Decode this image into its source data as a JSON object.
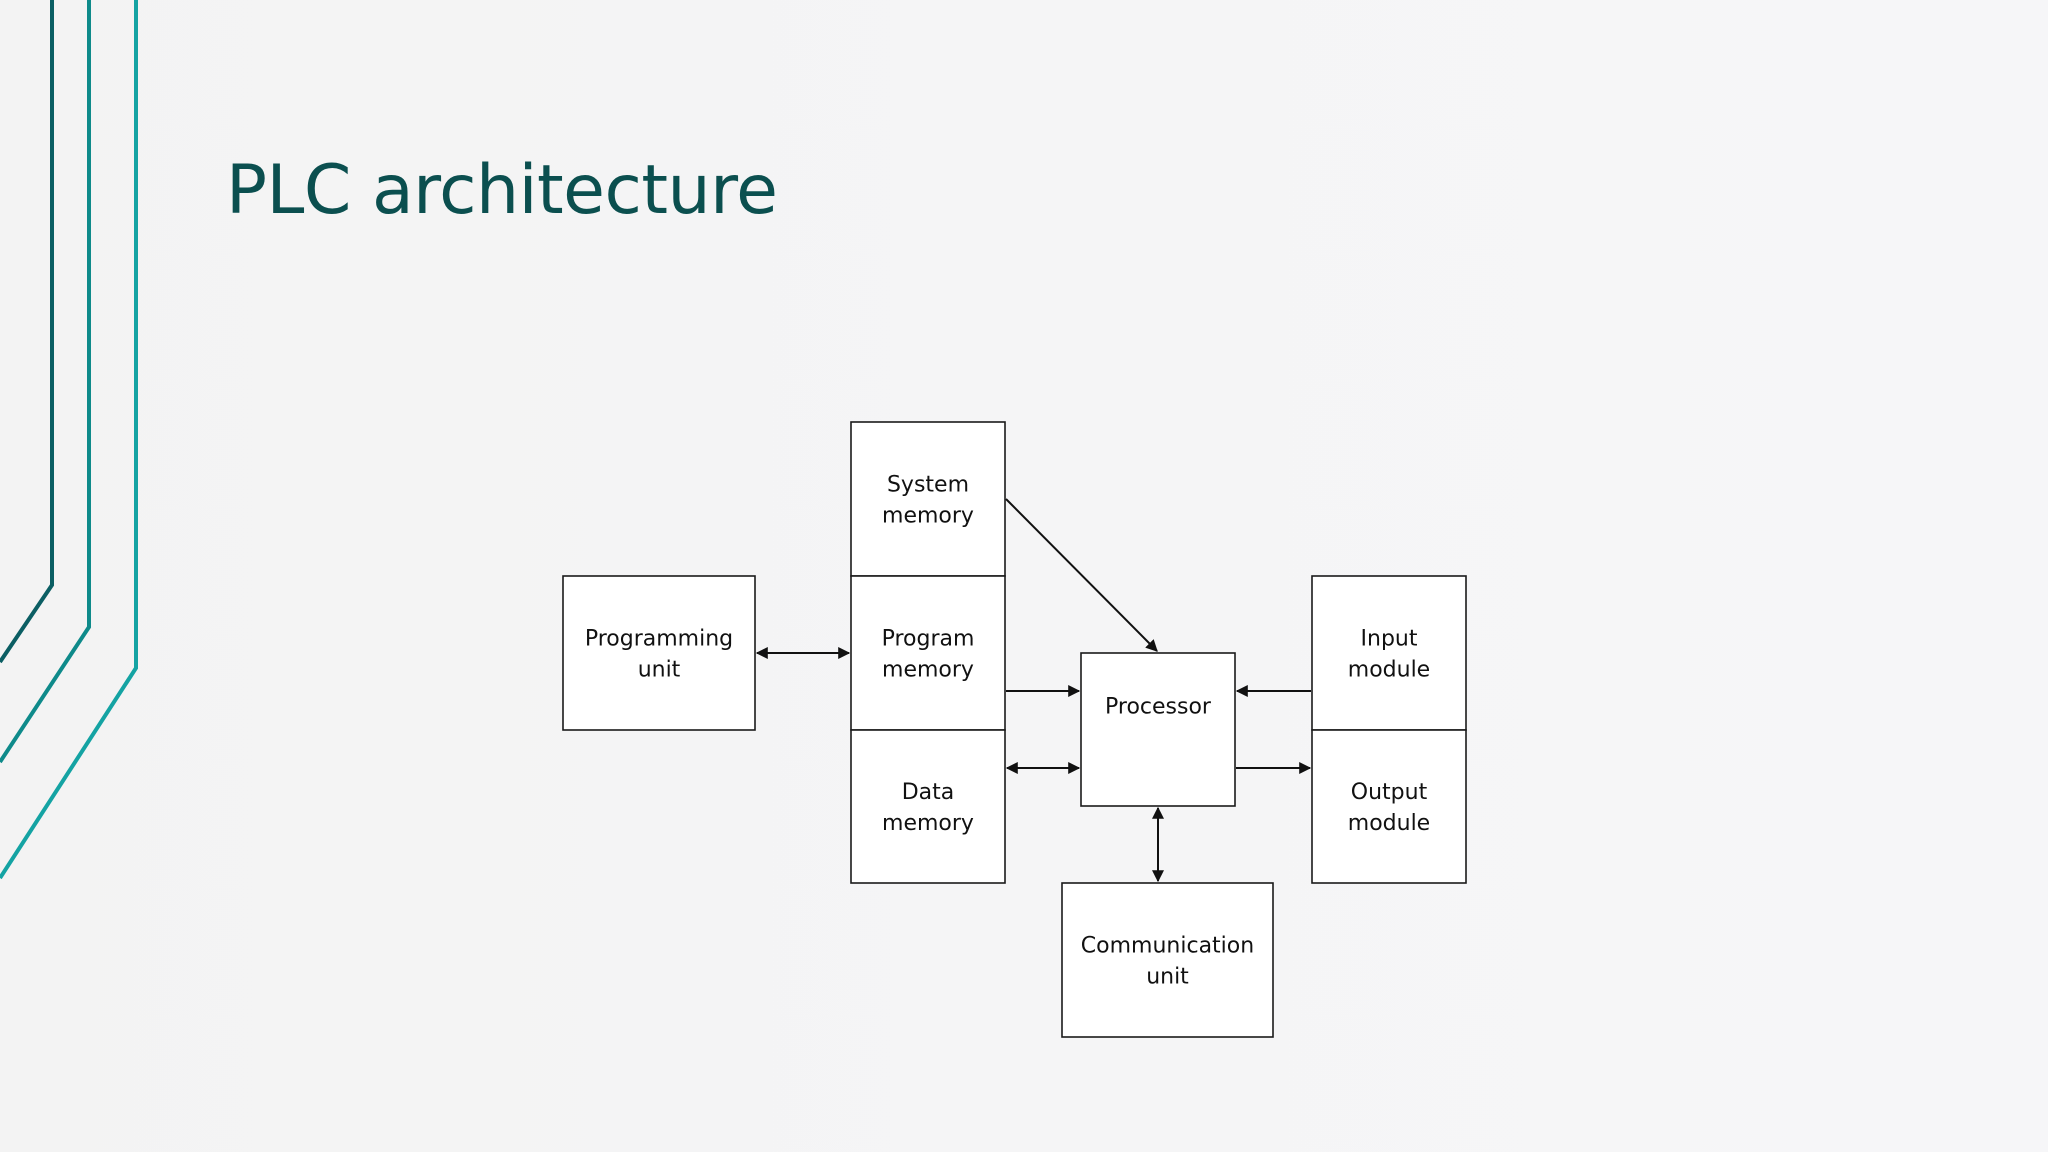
{
  "slide": {
    "title": "PLC architecture",
    "accent_colors": [
      "#0b5e63",
      "#0e8a8a",
      "#14a3a3"
    ],
    "title_color": "#0b4f4f"
  },
  "diagram": {
    "nodes": [
      {
        "id": "programming_unit",
        "lines": [
          "Programming",
          "unit"
        ]
      },
      {
        "id": "system_memory",
        "lines": [
          "System",
          "memory"
        ]
      },
      {
        "id": "program_memory",
        "lines": [
          "Program",
          "memory"
        ]
      },
      {
        "id": "data_memory",
        "lines": [
          "Data",
          "memory"
        ]
      },
      {
        "id": "processor",
        "lines": [
          "Processor"
        ]
      },
      {
        "id": "input_module",
        "lines": [
          "Input",
          "module"
        ]
      },
      {
        "id": "output_module",
        "lines": [
          "Output",
          "module"
        ]
      },
      {
        "id": "communication_unit",
        "lines": [
          "Communication",
          "unit"
        ]
      }
    ],
    "edges": [
      {
        "from": "programming_unit",
        "to": "program_memory",
        "direction": "both"
      },
      {
        "from": "system_memory",
        "to": "processor",
        "direction": "forward"
      },
      {
        "from": "program_memory",
        "to": "processor",
        "direction": "forward"
      },
      {
        "from": "data_memory",
        "to": "processor",
        "direction": "both"
      },
      {
        "from": "input_module",
        "to": "processor",
        "direction": "forward"
      },
      {
        "from": "processor",
        "to": "output_module",
        "direction": "forward"
      },
      {
        "from": "processor",
        "to": "communication_unit",
        "direction": "both"
      }
    ]
  }
}
